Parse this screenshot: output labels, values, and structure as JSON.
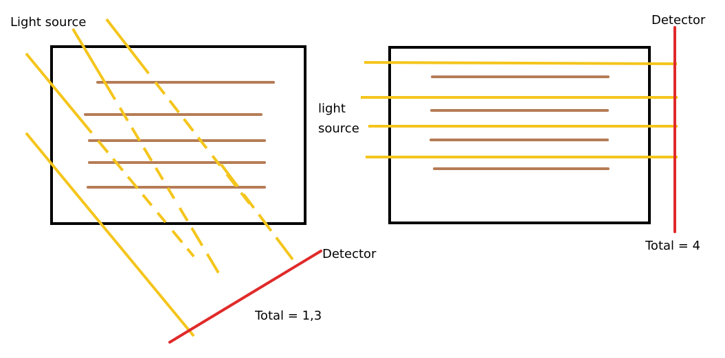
{
  "colors": {
    "background": "#ffffff",
    "box": "#000000",
    "light_ray": "#f4c51c",
    "layer": "#b57c56",
    "detector": "#e02a2a"
  },
  "left_panel": {
    "source_label": "Light source",
    "detector_label": "Detector",
    "total_label": "Total = 1,3"
  },
  "right_panel": {
    "source_label_line1": "light",
    "source_label_line2": "source",
    "detector_label": "Detector",
    "total_label": "Total = 4"
  }
}
